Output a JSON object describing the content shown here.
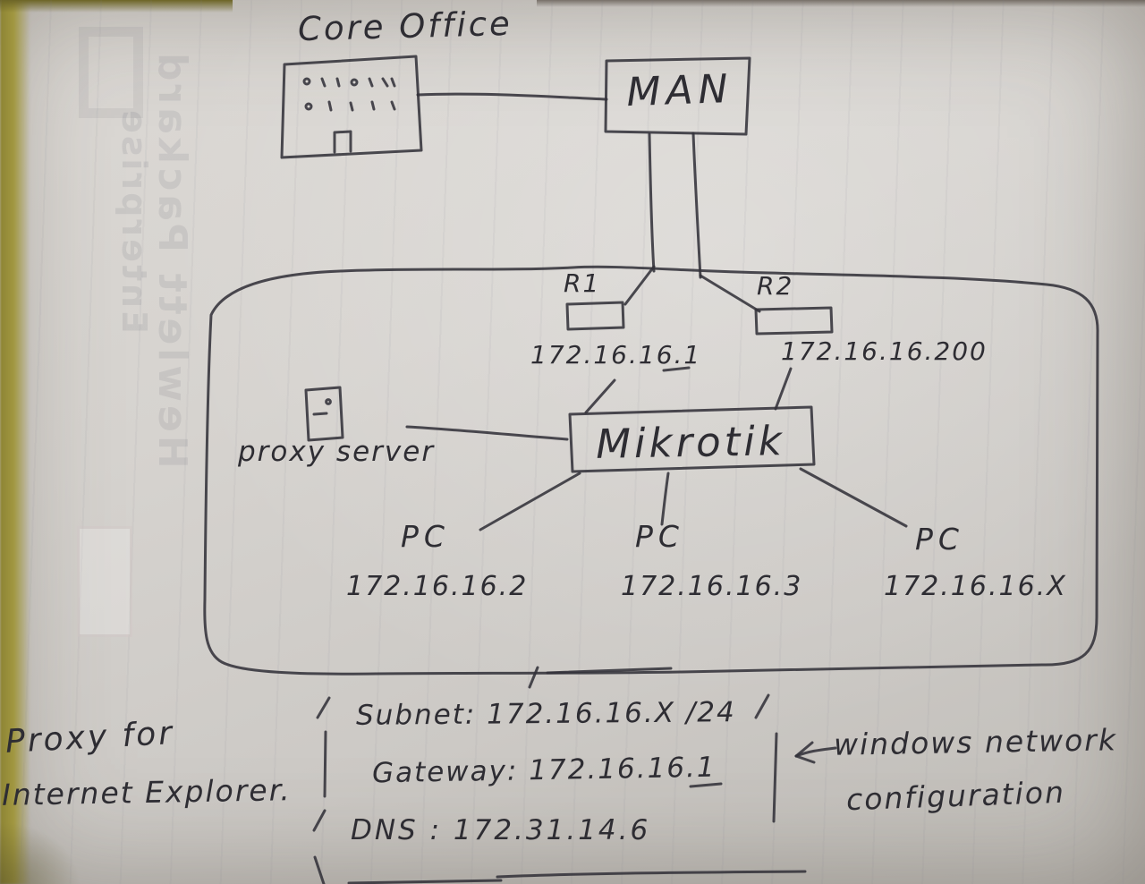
{
  "diagram": {
    "core_office": {
      "label": "Core Office"
    },
    "man": {
      "label": "MAN"
    },
    "routers": {
      "r1": {
        "label": "R1",
        "ip": "172.16.16.1"
      },
      "r2": {
        "label": "R2",
        "ip": "172.16.16.200"
      }
    },
    "mikrotik": {
      "label": "Mikrotik"
    },
    "proxy_server": {
      "label": "proxy server"
    },
    "pcs": [
      {
        "label": "PC",
        "ip": "172.16.16.2"
      },
      {
        "label": "PC",
        "ip": "172.16.16.3"
      },
      {
        "label": "PC",
        "ip": "172.16.16.X"
      }
    ],
    "notes": {
      "proxy_note_line1": "Proxy for",
      "proxy_note_line2": "Internet Explorer.",
      "subnet": "Subnet: 172.16.16.X /24",
      "gateway": "Gateway: 172.16.16.1",
      "dns": "DNS : 172.31.14.6",
      "windows_note_line1": "windows network",
      "windows_note_line2": "configuration"
    },
    "icons": {
      "core_office_icon": "building-switch-box-with-ports",
      "proxy_server_icon": "small-server-box",
      "windows_note_arrow": "left-arrow"
    },
    "colors": {
      "ink": "#33323a",
      "paper": "#d6d3cf"
    }
  },
  "paper": {
    "showthrough_line1": "Hewlett Packard",
    "showthrough_line2": "Enterprise"
  }
}
